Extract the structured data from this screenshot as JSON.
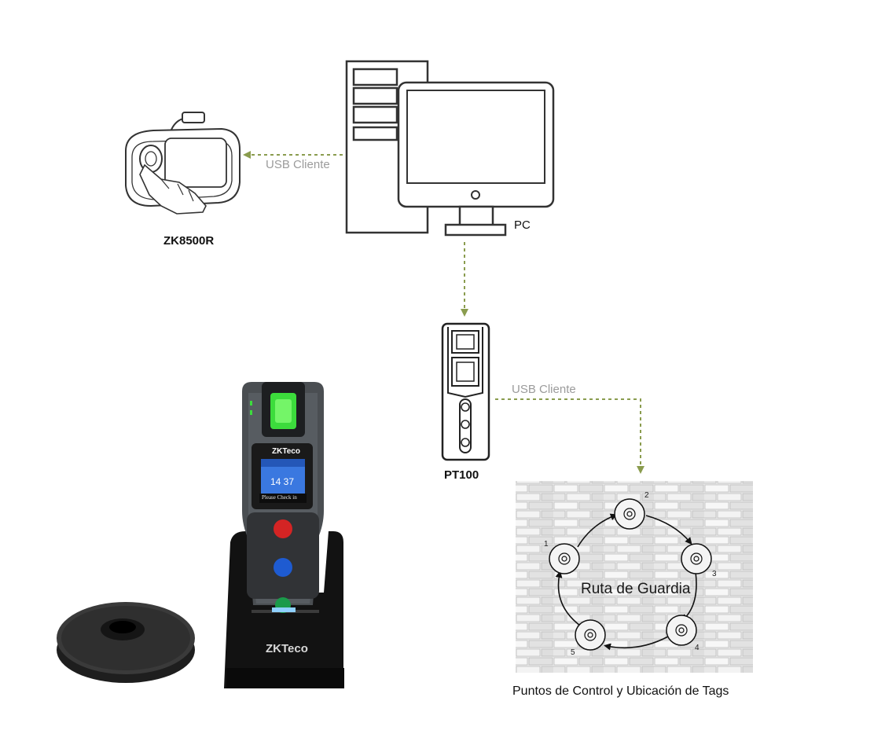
{
  "labels": {
    "usb_left": "USB Cliente",
    "usb_right": "USB Cliente",
    "reader": "ZK8500R",
    "pc": "PC",
    "pt100": "PT100",
    "route": "Ruta de Guardia",
    "caption": "Puntos de Control y Ubicación de Tags"
  },
  "checkpoints": [
    "1",
    "2",
    "3",
    "4",
    "5"
  ],
  "device": {
    "brand": "ZKTeco",
    "clock": "14 37",
    "prompt": "Please Check in"
  },
  "colors": {
    "connector": "#8a9c4e",
    "fingerprint": "#3cdc3c",
    "screen": "#3a78e0"
  }
}
